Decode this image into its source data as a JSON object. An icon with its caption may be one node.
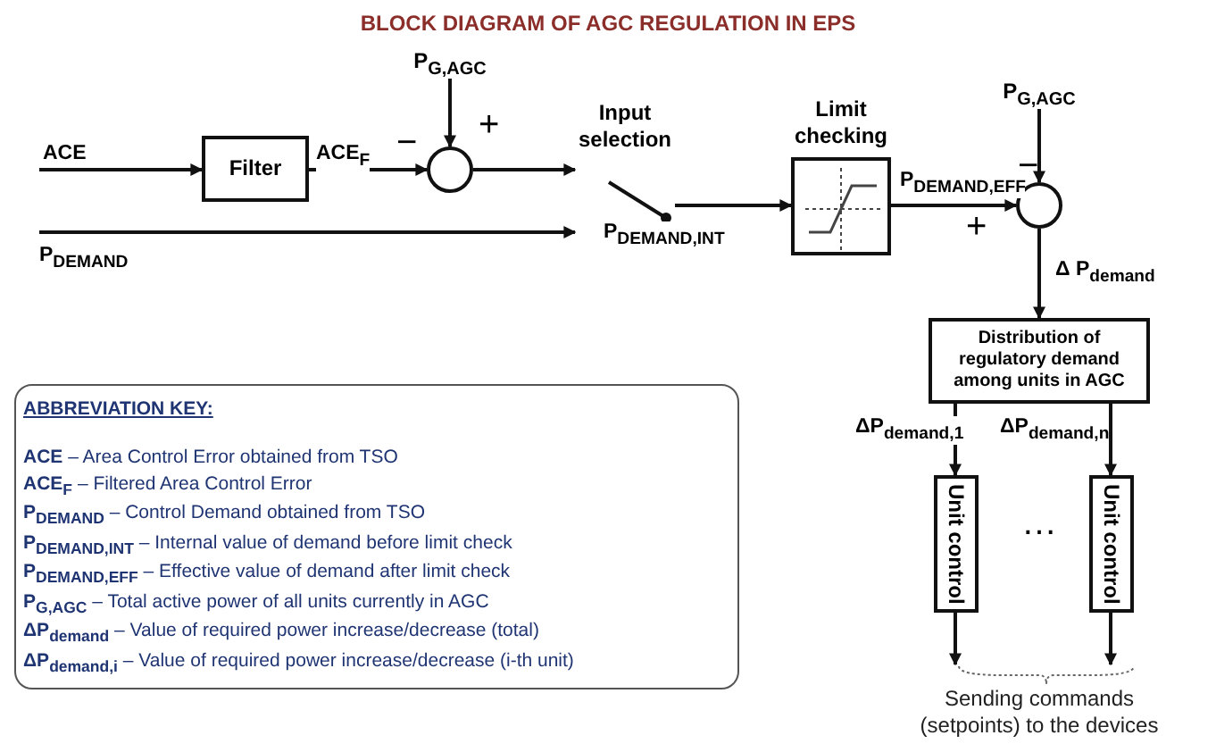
{
  "diagram": {
    "title": "BLOCK DIAGRAM OF AGC REGULATION IN EPS",
    "nodes": [
      {
        "text": [
          "Filter"
        ]
      },
      {
        "text": [],
        "shape": "circle"
      },
      {
        "text": [
          "P$_{G,AGC}$"
        ]
      },
      {
        "text": [
          "Input selection"
        ]
      },
      {
        "text": [
          "Limit checking"
        ]
      },
      {
        "text": [
          "P$_{G,AGC}$"
        ]
      },
      {
        "text": [],
        "shape": "circle"
      },
      {
        "text": [
          "Distribution of regulatory demand among units in AGC"
        ]
      },
      {
        "text": [
          "Unit control"
        ]
      },
      {
        "text": [
          "Unit control"
        ]
      },
      {
        "text": [
          "Sending commands (setpoints) to the devices"
        ]
      },
      {
        "text": [
          "ABBREVIATION KEY:",
          "**ACE** – Area Control Error obtained from TSO",
          "**ACE$_{F}$** – Filtered Area Control Error",
          "**P$_{DEMAND}$** – Control Demand obtained from TSO",
          "**P$_{DEMAND,INT}$** – Internal value of demand before limit check",
          "**P$_{DEMAND,EFF}$** – Effective value of demand after limit check",
          "**P$_{G,AGC}$** – Total active power of all units currently in AGC",
          "**ΔP$_{demand}$** – Value of required power increase/decrease (total)",
          "**ΔP$_{demand,i}$** – Value of required power increase/decrease (i-th unit)"
        ]
      }
    ],
    "edges": [
      {
        "from": null,
        "to": 0,
        "arrow": "to",
        "label": "ACE"
      },
      {
        "from": 0,
        "to": 1,
        "arrow": "to",
        "label": "ACE$_{F}$"
      },
      {
        "from": 2,
        "to": 1,
        "arrow": "to"
      },
      {
        "from": 1,
        "to": 3,
        "arrow": "to"
      },
      {
        "from": null,
        "to": 3,
        "arrow": "to",
        "label": "P$_{DEMAND}$"
      },
      {
        "from": 3,
        "to": 4,
        "arrow": "to",
        "label": "P$_{DEMAND,INT}$"
      },
      {
        "from": 4,
        "to": 6,
        "arrow": "to",
        "label": "P$_{DEMAND,EFF}$"
      },
      {
        "from": 5,
        "to": 6,
        "arrow": "to"
      },
      {
        "from": 6,
        "to": 7,
        "arrow": "to",
        "label": "Δ P$_{demand}$"
      },
      {
        "from": 7,
        "to": 8,
        "arrow": "to",
        "label": "ΔP$_{demand,1}$"
      },
      {
        "from": 7,
        "to": 9,
        "arrow": "to",
        "label": "ΔP$_{demand,n}$"
      },
      {
        "from": 8,
        "to": 10,
        "arrow": "to"
      },
      {
        "from": 9,
        "to": 10,
        "arrow": "to"
      }
    ],
    "labels": [
      "−",
      "+",
      "−",
      "+",
      "…"
    ]
  }
}
